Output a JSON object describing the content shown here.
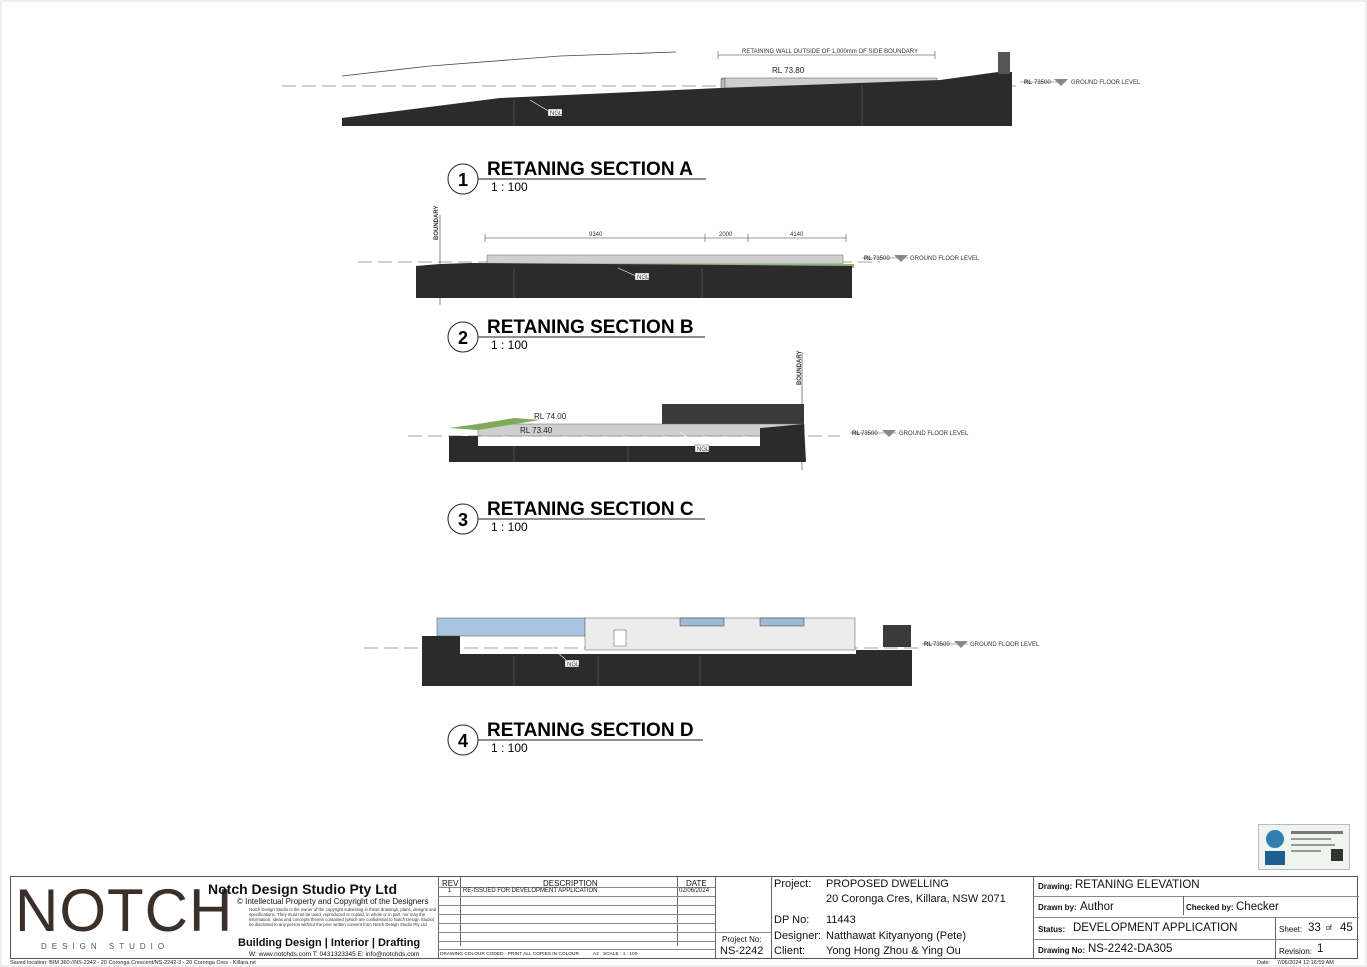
{
  "sections": [
    {
      "number": "1",
      "title": "RETANING SECTION A",
      "scale": "1 : 100"
    },
    {
      "number": "2",
      "title": "RETANING SECTION B",
      "scale": "1 : 100"
    },
    {
      "number": "3",
      "title": "RETANING SECTION C",
      "scale": "1 : 100"
    },
    {
      "number": "4",
      "title": "RETANING SECTION D",
      "scale": "1 : 100"
    }
  ],
  "annotations": {
    "a_wall_note": "RETAINING WALL OUTSIDE OF 1,000mm OF SIDE BOUNDARY",
    "a_rl": "RL 73.80",
    "ngl": "NGL",
    "rl_prefix": "RL",
    "rl_value": "73500",
    "ground_floor": "GROUND FLOOR LEVEL",
    "boundary": "BOUNDARY",
    "b_dim1": "9340",
    "b_dim2": "2000",
    "b_dim3": "4140",
    "c_rl1": "RL 74.00",
    "c_rl2": "RL 73.40"
  },
  "company": {
    "logo": "NOTCH",
    "logo_sub": "DESIGN STUDIO",
    "name": "Notch Design Studio Pty Ltd",
    "copyright": "© Intellectual Property and Copyright of the Designers",
    "legal": "Notch Design Studio is the owner of the copyright subsisting in these drawings, plans, designs and specifications. They must not be used, reproduced or copied, in whole or in part, nor may the information, ideas and concepts therein contained (which are confidential to Notch Design Studio) be disclosed to any person without the prior written consent from Notch Design Studio Pty Ltd.",
    "services": "Building Design | Interior | Drafting",
    "contacts": "W: www.notchds.com  T: 0431323345  E: info@notchds.com"
  },
  "revisions": {
    "headers": {
      "rev": "REV",
      "description": "DESCRIPTION",
      "date": "DATE"
    },
    "rows": [
      {
        "rev": "1",
        "description": "RE-ISSUED FOR DEVELOPMENT APPLICATION",
        "date": "02/06/2024"
      }
    ],
    "colour_note": "DRAWING COLOUR CODED - PRINT ALL COPIES IN COLOUR",
    "paper": "A2",
    "scale": "SCALE : 1 : 100"
  },
  "project_no": {
    "label": "Project No:",
    "value": "NS-2242"
  },
  "project": {
    "project_label": "Project:",
    "project_value": "PROPOSED DWELLING",
    "address": "20 Coronga Cres, Killara, NSW 2071",
    "dp_label": "DP No:",
    "dp_value": "11443",
    "designer_label": "Designer:",
    "designer_value": "Natthawat Kityanyong (Pete)",
    "client_label": "Client:",
    "client_value": "Yong Hong Zhou & Ying Ou"
  },
  "drawing": {
    "drawing_label": "Drawing:",
    "drawing_value": "RETANING ELEVATION",
    "drawn_label": "Drawn by:",
    "drawn_value": "Author",
    "checked_label": "Checked by:",
    "checked_value": "Checker",
    "status_label": "Status:",
    "status_value": "DEVELOPMENT APPLICATION",
    "sheet_label": "Sheet:",
    "sheet_value": "33",
    "sheet_of": "of",
    "sheet_total": "45",
    "drawing_no_label": "Drawing No:",
    "drawing_no_value": "NS-2242-DA305",
    "revision_label": "Revision:",
    "revision_value": "1"
  },
  "footer": {
    "saved_location": "Saved location:  BIM 360://NS-2242 - 20 Coronga Crescent/NS-2242-3 - 20 Coronga Cres - Killara.rvt",
    "date_label": "Date:",
    "date_value": "7/06/2024 12:16:59 AM"
  },
  "colors": {
    "section_fill": "#2b2b2b",
    "wall_fill": "#cfcfcf",
    "glazing": "#a9c4e0",
    "grass": "#7faa5a",
    "footing": "#e0a020"
  }
}
